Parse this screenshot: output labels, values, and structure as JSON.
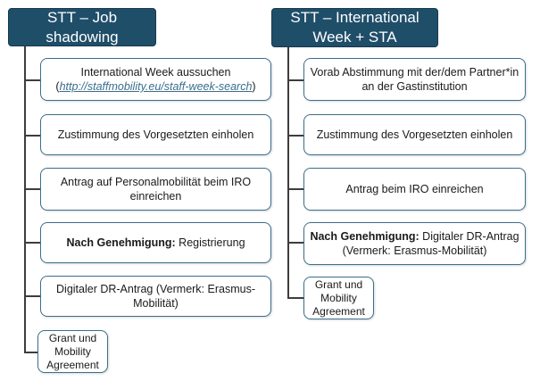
{
  "left": {
    "header": "STT – Job shadowing",
    "steps": [
      {
        "line1": "International Week aussuchen",
        "link_open": "(",
        "link": "http://staffmobility.eu/staff-week-search",
        "link_close": ")"
      },
      {
        "text": "Zustimmung des Vorgesetzten einholen"
      },
      {
        "text": "Antrag auf Personalmobilität beim IRO einreichen"
      },
      {
        "bold": "Nach Genehmigung:",
        "rest": " Registrierung"
      },
      {
        "text": "Digitaler DR-Antrag (Vermerk: Erasmus-Mobilität)"
      },
      {
        "text": "Grant und Mobility Agreement"
      }
    ]
  },
  "right": {
    "header": "STT – International Week + STA",
    "steps": [
      {
        "text": "Vorab Abstimmung mit der/dem Partner*in an der Gastinstitution"
      },
      {
        "text": "Zustimmung des Vorgesetzten einholen"
      },
      {
        "text": "Antrag beim IRO einreichen"
      },
      {
        "bold": "Nach Genehmigung:",
        "rest": " Digitaler DR-Antrag (Vermerk: Erasmus-Mobilität)"
      },
      {
        "text": "Grant und Mobility Agreement"
      }
    ]
  },
  "colors": {
    "header_bg": "#1f4e69",
    "box_border": "#3b6e8c",
    "connector": "#3d3d3d"
  }
}
